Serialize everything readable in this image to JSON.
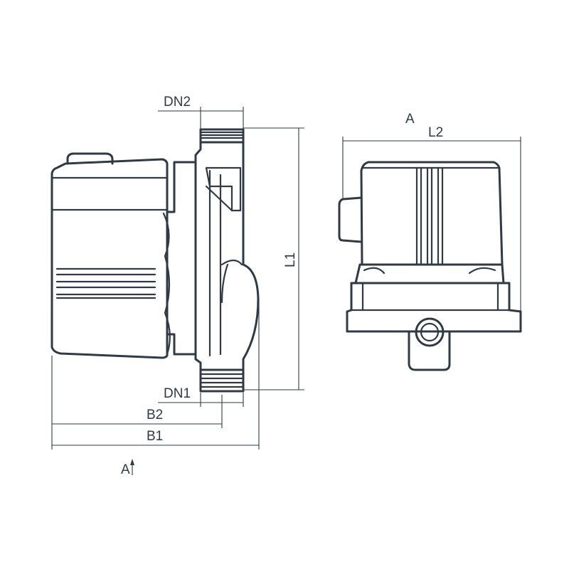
{
  "drawing": {
    "subject": "circulation-pump",
    "labels": {
      "dn2": "DN2",
      "dn1": "DN1",
      "l1": "L1",
      "l2": "L2",
      "b1": "B1",
      "b2": "B2",
      "view_a_top": "A",
      "view_a_bottom": "A"
    },
    "line_color": "#2f3a44"
  }
}
